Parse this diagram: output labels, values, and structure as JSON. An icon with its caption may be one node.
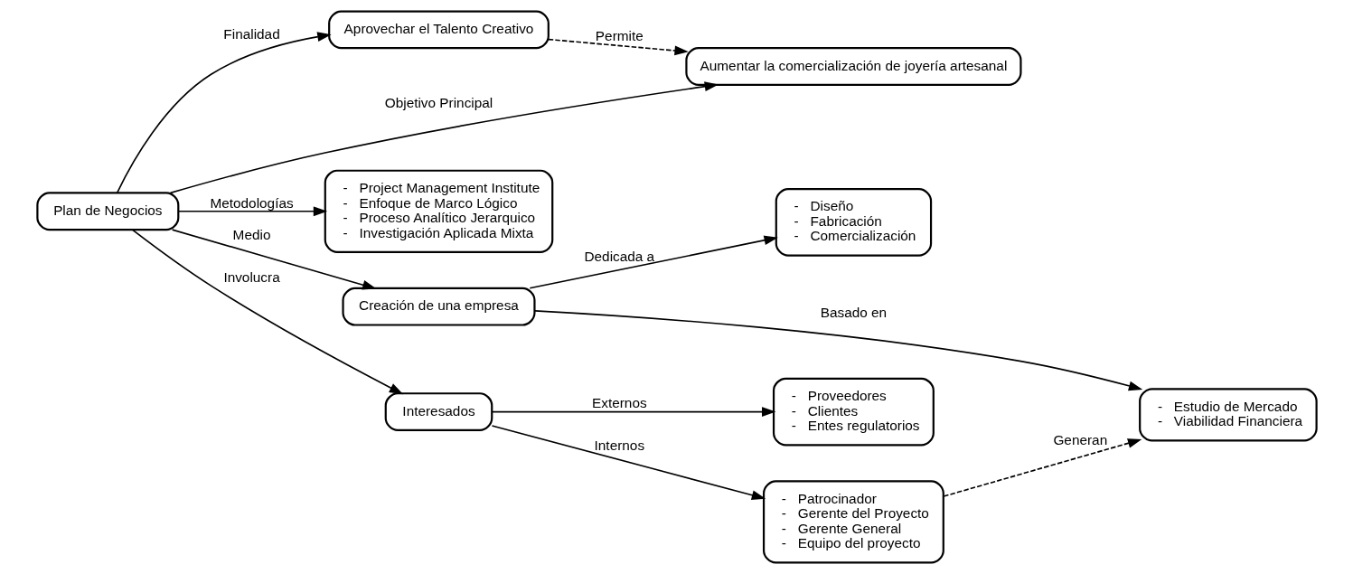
{
  "diagram": {
    "nodes": [
      {
        "text": [
          "Aprovechar el Talento Creativo"
        ]
      },
      {
        "text": [
          "Aumentar la comercialización de joyería artesanal"
        ]
      },
      {
        "text": [
          "-   Diseño",
          "-   Fabricación",
          "-   Comercialización"
        ]
      },
      {
        "text": [
          "-   Project Management Institute",
          "-   Enfoque de Marco Lógico",
          "-   Proceso Analítico Jerarquico",
          "-   Investigación Aplicada Mixta"
        ]
      },
      {
        "text": [
          "Plan de Negocios"
        ]
      },
      {
        "text": [
          "Creación de una empresa"
        ]
      },
      {
        "text": [
          "-   Estudio de Mercado",
          "-   Viabilidad Financiera"
        ]
      },
      {
        "text": [
          "-   Proveedores",
          "-   Clientes",
          "-   Entes regulatorios"
        ]
      },
      {
        "text": [
          "Interesados"
        ]
      },
      {
        "text": [
          "-   Patrocinador",
          "-   Gerente del Proyecto",
          "-   Gerente General",
          "-   Equipo del proyecto"
        ]
      }
    ],
    "edges": [
      {
        "from": 0,
        "to": 1,
        "arrow": "to",
        "label": "Permite",
        "style": "dashed"
      },
      {
        "from": 4,
        "to": 0,
        "arrow": "to",
        "label": "Finalidad"
      },
      {
        "from": 4,
        "to": 1,
        "arrow": "to",
        "label": "Objetivo Principal"
      },
      {
        "from": 4,
        "to": 3,
        "arrow": "to",
        "label": "Metodologías"
      },
      {
        "from": 4,
        "to": 5,
        "arrow": "to",
        "label": "Medio"
      },
      {
        "from": 5,
        "to": 2,
        "arrow": "to",
        "label": "Dedicada a"
      },
      {
        "from": 5,
        "to": 6,
        "arrow": "to",
        "label": "Basado en"
      },
      {
        "from": 4,
        "to": 8,
        "arrow": "to",
        "label": "Involucra"
      },
      {
        "from": 8,
        "to": 7,
        "arrow": "to",
        "label": "Externos"
      },
      {
        "from": 8,
        "to": 9,
        "arrow": "to",
        "label": "Internos"
      },
      {
        "from": 9,
        "to": 6,
        "arrow": "to",
        "label": "Generan",
        "style": "dashed"
      }
    ]
  }
}
